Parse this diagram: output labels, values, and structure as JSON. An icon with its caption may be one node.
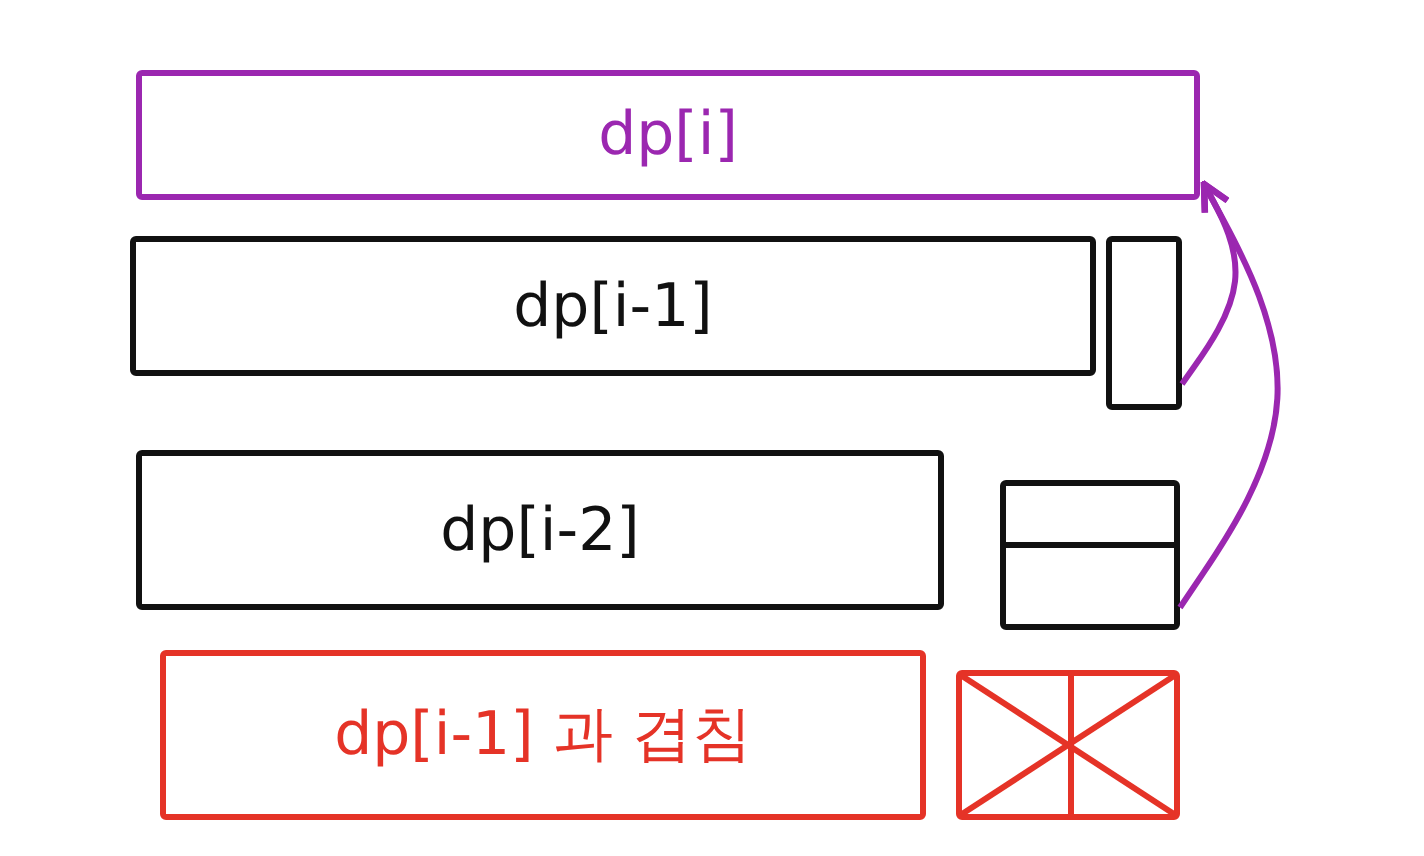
{
  "diagram": {
    "nodes": [
      {
        "text": [
          "dp[i]"
        ]
      },
      {
        "text": [
          "dp[i-1]"
        ]
      },
      {
        "text": [],
        "shape": "box"
      },
      {
        "text": [
          "dp[i-2]"
        ]
      },
      {
        "text": [],
        "shape": "box"
      },
      {
        "text": [
          "dp[i-1] 과 겹침"
        ]
      },
      {
        "text": [],
        "shape": "box"
      }
    ],
    "edges": [
      {
        "from": 2,
        "to": 0,
        "arrow": "to"
      },
      {
        "from": 4,
        "to": 0,
        "arrow": "to"
      }
    ]
  }
}
